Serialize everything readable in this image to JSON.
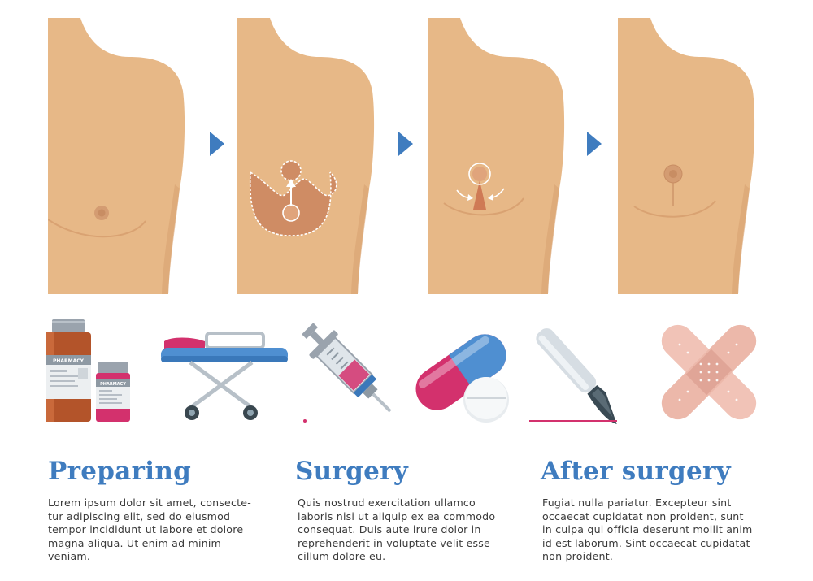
{
  "sections": [
    {
      "title": "Preparing",
      "text": "Lorem ipsum dolor sit amet, consecte-\ntur adipiscing elit, sed do eiusmod\ntempor incididunt ut labore et dolore\nmagna aliqua. Ut enim ad minim\nveniam."
    },
    {
      "title": "Surgery",
      "text": "Quis nostrud exercitation ullamco\nlaboris nisi ut aliquip ex ea commodo\nconsequat. Duis aute irure dolor in\nreprehenderit in voluptate velit esse\ncillum dolore eu."
    },
    {
      "title": "After surgery",
      "text": "Fugiat nulla pariatur. Excepteur sint\noccaecat cupidatat non proident, sunt\nin culpa qui officia deserunt mollit anim\nid est laborum. Sint occaecat cupidatat\nnon proident."
    }
  ],
  "bottle_labels": {
    "large": "PHARMACY",
    "small": "PHARMACY"
  },
  "colors": {
    "skin": "#e7b887",
    "skin_shadow": "#d9a272",
    "accent_blue": "#3f7cbf",
    "incision": "#c9825d",
    "pink": "#d9316f"
  },
  "icons": [
    "pharmacy-bottles-icon",
    "stretcher-icon",
    "syringe-icon",
    "capsule-pill-icon",
    "scalpel-icon",
    "bandage-icon"
  ]
}
